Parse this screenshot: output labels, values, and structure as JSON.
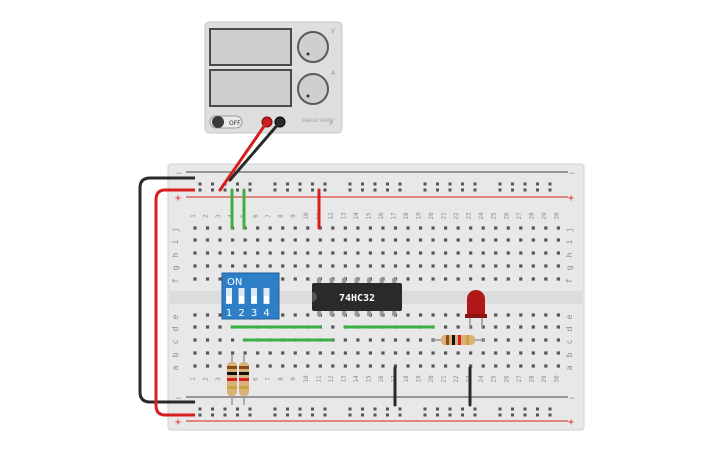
{
  "power_supply": {
    "switch_label": "OFF",
    "knob_voltage_label": "V",
    "knob_current_label": "A",
    "brand_label": "ENERGY SUPPLY"
  },
  "breadboard": {
    "columns": [
      "1",
      "2",
      "3",
      "4",
      "5",
      "6",
      "7",
      "8",
      "9",
      "10",
      "11",
      "12",
      "13",
      "14",
      "15",
      "16",
      "17",
      "18",
      "19",
      "20",
      "21",
      "22",
      "23",
      "24",
      "25",
      "26",
      "27",
      "28",
      "29",
      "30"
    ],
    "rows_top": [
      "j",
      "i",
      "h",
      "g",
      "f"
    ],
    "rows_bottom": [
      "e",
      "d",
      "c",
      "b",
      "a"
    ],
    "rail_minus": "−",
    "rail_plus": "+"
  },
  "dip_switch": {
    "label": "ON",
    "numbers": [
      "1",
      "2",
      "3",
      "4"
    ]
  },
  "chip": {
    "label": "74HC32"
  },
  "led": {
    "color": "#b01818"
  },
  "colors": {
    "wire_red": "#d81f1f",
    "wire_black": "#2a2a2a",
    "wire_green": "#3cb043",
    "dip_blue": "#2e7fc7",
    "board": "#e8e8e8"
  }
}
